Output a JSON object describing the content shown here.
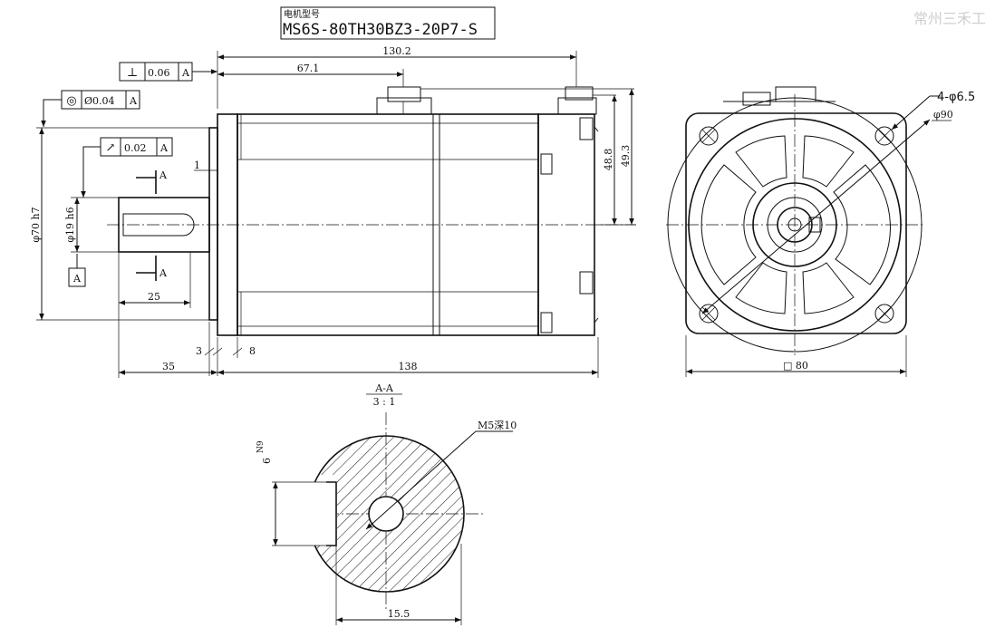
{
  "title_block": {
    "label": "电机型号",
    "model": "MS6S-80TH30BZ3-20P7-S"
  },
  "watermark": "常州三禾工",
  "side_view": {
    "perpendicularity": {
      "symbol": "⊥",
      "value": "0.06",
      "datum": "A"
    },
    "concentricity": {
      "symbol": "◎",
      "value": "Ø0.04",
      "datum": "A"
    },
    "runout": {
      "symbol": "↗",
      "value": "0.02",
      "datum": "A"
    },
    "datum_label": "A",
    "section_marks": [
      "A",
      "A"
    ],
    "dims": {
      "overall_length": "130.2",
      "connector_pos": "67.1",
      "height_a": "48.8",
      "height_b": "49.3",
      "spigot_dia": "φ70 h7",
      "shaft_dia": "φ19 h6",
      "spigot_depth": "1",
      "key_length": "25",
      "flange_thk": "3",
      "flange_gap": "8",
      "shaft_length": "35",
      "body_length": "138"
    }
  },
  "front_view": {
    "dims": {
      "hole_label": "4-φ6.5",
      "pcd": "φ90",
      "square": "□ 80"
    }
  },
  "section_view": {
    "title": "A-A",
    "scale": "3 : 1",
    "tapped_hole": "M5深10",
    "key_width": "6",
    "key_tol": "N9",
    "key_depth": "15.5"
  },
  "colors": {
    "line": "#111111",
    "background": "#ffffff",
    "watermark": "#cfcfcf"
  }
}
